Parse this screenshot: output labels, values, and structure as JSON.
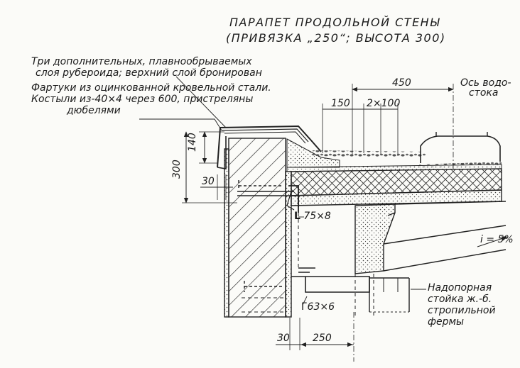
{
  "title": {
    "line1": "ПАРАПЕТ ПРОДОЛЬНОЙ СТЕНЫ",
    "line2": "(ПРИВЯЗКА „250“; ВЫСОТА 300)"
  },
  "notes": {
    "roofing_1": "Три дополнительных, плавнообрываемых",
    "roofing_2": "слоя рубероида; верхний слой бронирован",
    "flashing_1": "Фартуки из оцинкованной кровельной стали.",
    "flashing_2": "Костыли из-40×4  через 600, пристреляны",
    "flashing_3": "дюбелями",
    "axis_1": "Ось водо-",
    "axis_2": "стока",
    "slope": "i = 5%",
    "post_1": "Надопорная",
    "post_2": "стойка ж.-б.",
    "post_3": "стропильной",
    "post_4": "фермы"
  },
  "dimensions": {
    "d450": "450",
    "d150": "150",
    "d2x100": "2×100",
    "d140": "140",
    "d300": "300",
    "d30_top": "30",
    "angle_75": "75×8",
    "angle_63": "63×6",
    "d30_bottom": "30",
    "d250": "250"
  }
}
